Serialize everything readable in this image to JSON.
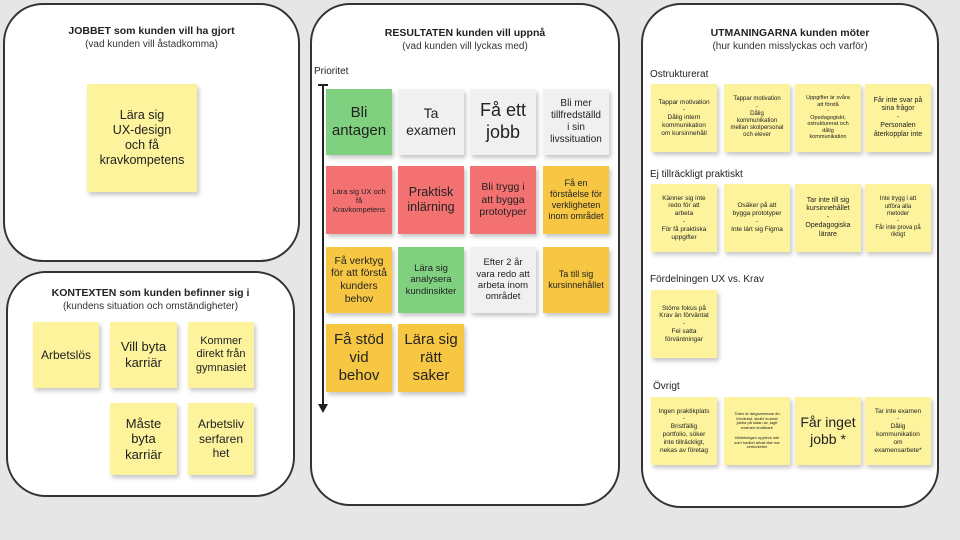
{
  "job": {
    "title": "JOBBET som kunden vill ha gjort",
    "subtitle": "(vad kunden vill åstadkomma)",
    "notes": [
      "Lära sig\nUX-design\noch få\nkravkompetens"
    ]
  },
  "context": {
    "title": "KONTEXTEN som kunden befinner sig i",
    "subtitle": "(kundens situation och omständigheter)",
    "notes": [
      "Arbetslös",
      "Vill byta\nkarriär",
      "Kommer\ndirekt från\ngymnasiet",
      "Måste\nbyta\nkarriär",
      "Arbetsliv\nserfaren\nhet"
    ]
  },
  "results": {
    "title": "RESULTATEN kunden vill uppnå",
    "subtitle": "(vad kunden vill lyckas med)",
    "axis_label": "Prioritet",
    "notes": [
      "Bli\nantagen",
      "Ta\nexamen",
      "Få ett\njobb",
      "Bli mer\ntillfredställd\ni sin\nlivssituation",
      "Lära sig UX och\nfå\nKravkompetens",
      "Praktisk\ninlärning",
      "Bli trygg i\natt bygga\nprototyper",
      "Få en\nförståelse för\nverkligheten\ninom området",
      "Få verktyg\nför att förstå\nkunders\nbehov",
      "Lära sig\nanalysera\nkundinsikter",
      "Efter 2 år\nvara redo att\narbeta inom\nområdet",
      "Ta till sig\nkursinnehållet",
      "Få stöd\nvid\nbehov",
      "Lära sig\nrätt\nsaker"
    ]
  },
  "challenges": {
    "title": "UTMANINGARNA kunden möter",
    "subtitle": "(hur kunden misslyckas och varför)",
    "sections": [
      {
        "label": "Ostrukturerat",
        "notes": [
          "Tappar motivation\n-\nDålig intern\nkommunikation\nom kursinnehåll",
          "Tappar motivation\n-\nDålig\nkommunikation\nmellan skolpersonal\noch elever",
          "Uppgifter är svåra\natt förstå\n-\nOpedagogiskt,\nostrukturerat och\ndålig\nkommunikation",
          "Får inte svar på\nsina frågor\n-\nPersonalen\nåterkopplar inte"
        ]
      },
      {
        "label": "Ej tillräckligt praktiskt",
        "notes": [
          "Känner sig inte\nredo för att\narbeta\n-\nFör få praktiska\nuppgifter",
          "Osäker på att\nbygga prototyper\n-\nInte lärt sig Figma",
          "Tar inte till sig\nkursinnehållet\n-\nOpedagogiska\nlärare",
          "Inte trygg i att\nutföra alla\nmetoder\n-\nFår inte prova på\nriktigt"
        ]
      },
      {
        "label": "Fördelningen UX vs. Krav",
        "notes": [
          "Större fokus på\nKrav än förväntat\n-\nFel satta\nförväntningar"
        ]
      },
      {
        "label": "Övrigt",
        "notes": [
          "Ingen praktikplats\n-\nBristfällig\nportfolio, söker\ninte tillräckligt,\nnekas av företag",
          "Tiden är längsammare än\nförväntat, skulle kunnat\njobba på sidan av, tagit\nexamen snabbare\n\nUtbildningen upplevs inte\nsom hadkel allvat diar nar\ncertcioteten",
          "Får inget\njobb *",
          "Tar inte examen\n-\nDålig\nkommunikation\nom\nexamensarbete*"
        ]
      }
    ]
  },
  "colors": {
    "yellow": "#fcf39c",
    "green": "#7fd17f",
    "white": "#f0f0f0",
    "red": "#f47171",
    "orange": "#f7c744"
  }
}
